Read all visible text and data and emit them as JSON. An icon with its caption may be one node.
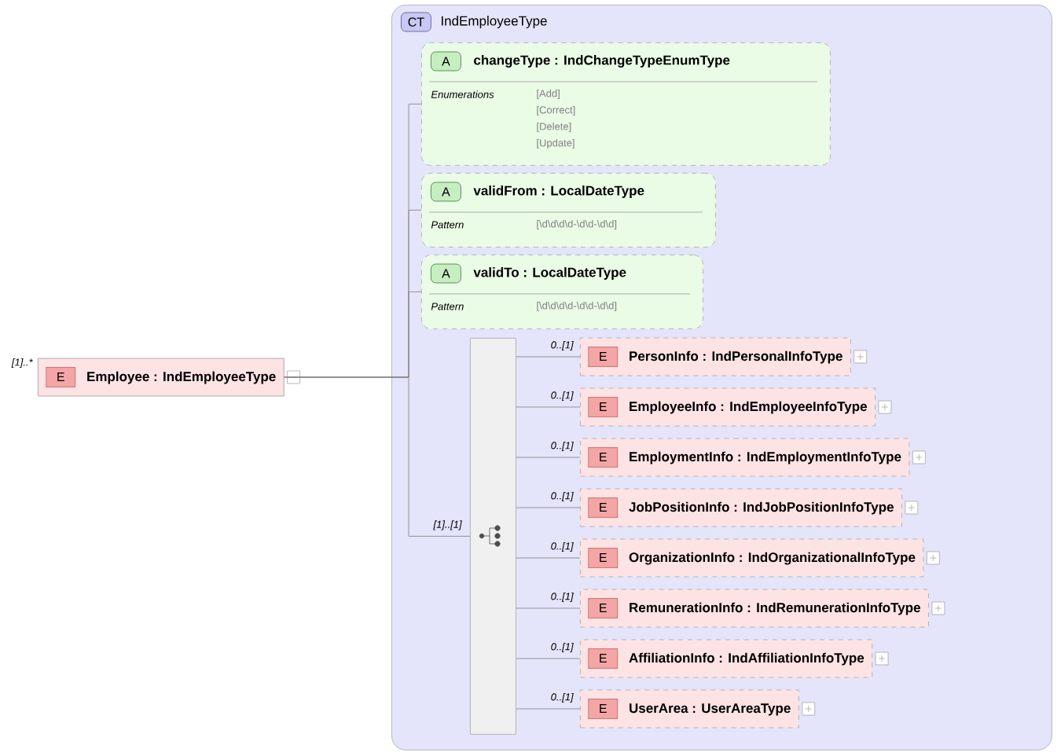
{
  "diagram": {
    "nodes": [
      {
        "text": [
          "E",
          "Employee : IndEmployeeType"
        ],
        "beside": [
          "[1]..*"
        ]
      },
      {
        "text": [
          "CT",
          "IndEmployeeType"
        ]
      },
      {
        "text": [
          "A",
          "changeType : IndChangeTypeEnumType",
          "Enumerations",
          "[Add]",
          "[Correct]",
          "[Delete]",
          "[Update]"
        ],
        "in": 1
      },
      {
        "text": [
          "A",
          "validFrom : LocalDateType",
          "Pattern",
          "[\\d\\d\\d\\d-\\d\\d-\\d\\d]"
        ],
        "in": 1
      },
      {
        "text": [
          "A",
          "validTo : LocalDateType",
          "Pattern",
          "[\\d\\d\\d\\d-\\d\\d-\\d\\d]"
        ],
        "in": 1
      },
      {
        "text": [],
        "shape": "bar",
        "in": 1
      },
      {
        "text": [
          "E",
          "PersonInfo : IndPersonalInfoType"
        ],
        "in": 1
      },
      {
        "text": [
          "E",
          "EmployeeInfo : IndEmployeeInfoType"
        ],
        "in": 1
      },
      {
        "text": [
          "E",
          "EmploymentInfo : IndEmploymentInfoType"
        ],
        "in": 1
      },
      {
        "text": [
          "E",
          "JobPositionInfo : IndJobPositionInfoType"
        ],
        "in": 1
      },
      {
        "text": [
          "E",
          "OrganizationInfo : IndOrganizationalInfoType"
        ],
        "in": 1
      },
      {
        "text": [
          "E",
          "RemunerationInfo : IndRemunerationInfoType"
        ],
        "in": 1
      },
      {
        "text": [
          "E",
          "AffiliationInfo : IndAffiliationInfoType"
        ],
        "in": 1
      },
      {
        "text": [
          "E",
          "UserArea : UserAreaType"
        ],
        "in": 1
      }
    ],
    "edges": [
      {
        "from": 0,
        "to": 2,
        "arrow": "none"
      },
      {
        "from": 0,
        "to": 3,
        "arrow": "none"
      },
      {
        "from": 0,
        "to": 4,
        "arrow": "none"
      },
      {
        "from": 0,
        "to": 5,
        "arrow": "none",
        "label": "[1]..[1]"
      },
      {
        "from": 5,
        "to": 6,
        "arrow": "none",
        "label": "0..[1]"
      },
      {
        "from": 5,
        "to": 7,
        "arrow": "none",
        "label": "0..[1]"
      },
      {
        "from": 5,
        "to": 8,
        "arrow": "none",
        "label": "0..[1]"
      },
      {
        "from": 5,
        "to": 9,
        "arrow": "none",
        "label": "0..[1]"
      },
      {
        "from": 5,
        "to": 10,
        "arrow": "none",
        "label": "0..[1]"
      },
      {
        "from": 5,
        "to": 11,
        "arrow": "none",
        "label": "0..[1]"
      },
      {
        "from": 5,
        "to": 12,
        "arrow": "none",
        "label": "0..[1]"
      },
      {
        "from": 5,
        "to": 13,
        "arrow": "none",
        "label": "0..[1]"
      }
    ]
  }
}
